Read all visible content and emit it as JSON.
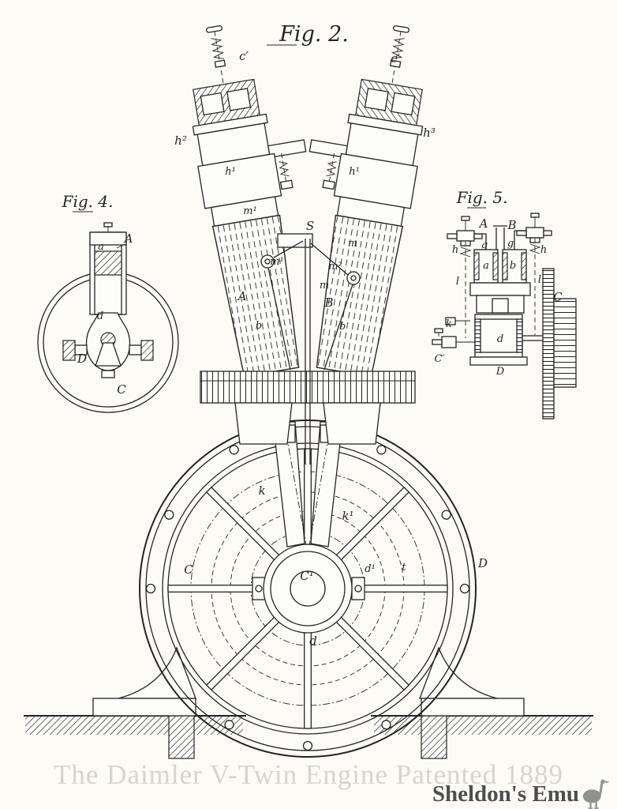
{
  "colors": {
    "paper": "#fcfbf5",
    "ink": "#242424",
    "caption": "#d4d5cd",
    "watermark": "#4e4e4e",
    "emu": "#8f938f"
  },
  "caption": {
    "text": "The Daimler V-Twin Engine Patented 1889"
  },
  "watermark": {
    "text": "Sheldon's Emu",
    "icon": "emu-silhouette"
  },
  "fig2": {
    "title": "Fig. 2.",
    "labels": {
      "c_prime_left": "c′",
      "c_prime_right": "c′",
      "h2": "h²",
      "h3": "h³",
      "h1_left": "h¹",
      "h1_right": "h¹",
      "m1_upper": "m¹",
      "s": "S",
      "m_right": "m",
      "m1_lower": "m¹",
      "m2": "m²",
      "m_lower": "m",
      "A": "A",
      "B": "B",
      "b_left": "b",
      "b_right": "b",
      "k": "k",
      "k1": "k¹",
      "C": "C",
      "C1": "C¹",
      "d1": "d¹",
      "t": "t",
      "D": "D",
      "d": "d"
    }
  },
  "fig4": {
    "title": "Fig. 4.",
    "labels": {
      "A": "A",
      "a": "a",
      "d": "d",
      "D": "D",
      "C": "C"
    }
  },
  "fig5": {
    "title": "Fig. 5.",
    "labels": {
      "A": "A",
      "B": "B",
      "h_left": "h",
      "h_right": "h",
      "g_left": "g",
      "g_right": "g",
      "a": "a",
      "b": "b",
      "l_left": "l",
      "l_right": "l",
      "k": "k",
      "C_prime": "C′",
      "d": "d",
      "D": "D",
      "C": "C"
    }
  }
}
